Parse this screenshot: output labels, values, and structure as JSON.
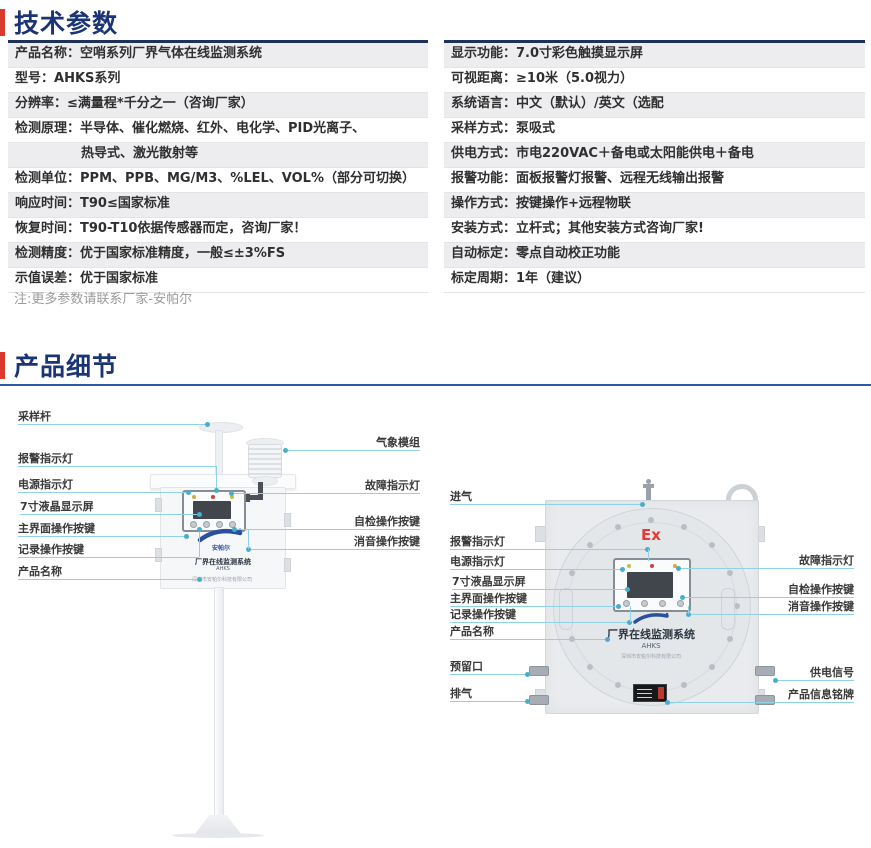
{
  "tech": {
    "title": "技术参数",
    "note": "注:更多参数请联系厂家-安帕尔",
    "left_rows": [
      {
        "label": "产品名称：",
        "value": "空哨系列厂界气体在线监测系统"
      },
      {
        "label": "型号：",
        "value": "AHKS系列"
      },
      {
        "label": "分辨率：",
        "value": "≤满量程*千分之一（咨询厂家）"
      },
      {
        "label": "检测原理：",
        "value": "半导体、催化燃烧、红外、电化学、PID光离子、"
      },
      {
        "label": "",
        "value": "热导式、激光散射等"
      },
      {
        "label": "检测单位：",
        "value": "PPM、PPB、MG/M3、%LEL、VOL%（部分可切换）"
      },
      {
        "label": "响应时间：",
        "value": "T90≤国家标准"
      },
      {
        "label": "恢复时间：",
        "value": "T90-T10依据传感器而定，咨询厂家！"
      },
      {
        "label": "检测精度：",
        "value": "优于国家标准精度，一般≤±3%FS"
      },
      {
        "label": "示值误差：",
        "value": "优于国家标准"
      }
    ],
    "right_rows": [
      {
        "label": "显示功能：",
        "value": "7.0寸彩色触摸显示屏"
      },
      {
        "label": "可视距离：",
        "value": "≥10米（5.0视力）"
      },
      {
        "label": "系统语言：",
        "value": "中文（默认）/英文（选配"
      },
      {
        "label": "采样方式：",
        "value": "泵吸式"
      },
      {
        "label": "供电方式：",
        "value": "市电220VAC＋备电或太阳能供电＋备电"
      },
      {
        "label": "报警功能：",
        "value": "面板报警灯报警、远程无线输出报警"
      },
      {
        "label": "操作方式：",
        "value": "按键操作+远程物联"
      },
      {
        "label": "安装方式：",
        "value": "立杆式；其他安装方式咨询厂家!"
      },
      {
        "label": "自动标定：",
        "value": "零点自动校正功能"
      },
      {
        "label": "标定周期：",
        "value": "1年（建议）"
      }
    ]
  },
  "details": {
    "title": "产品细节",
    "station": {
      "labels_left": [
        "采样杆",
        "报警指示灯",
        "电源指示灯",
        "7寸液晶显示屏",
        "主界面操作按键",
        "记录操作按键",
        "产品名称"
      ],
      "labels_right": [
        "气象模组",
        "故障指示灯",
        "自检操作按键",
        "消音操作按键"
      ],
      "brand": "安帕尔",
      "device_title": "厂界在线监测系统",
      "device_model": "AHKS",
      "device_company": "深圳市安帕尔科技有限公司"
    },
    "cabinet": {
      "ex_mark": "Ex",
      "labels_left": [
        "进气",
        "报警指示灯",
        "电源指示灯",
        "7寸液晶显示屏",
        "主界面操作按键",
        "记录操作按键",
        "产品名称",
        "预留口",
        "排气"
      ],
      "labels_right": [
        "故障指示灯",
        "自检操作按键",
        "消音操作按键",
        "供电信号",
        "产品信息铭牌"
      ],
      "device_title": "厂界在线监测系统",
      "device_model": "AHKS",
      "device_company": "深圳市安帕尔科技有限公司"
    }
  },
  "colors": {
    "accent_red": "#d93a2b",
    "heading_navy": "#1a3476",
    "table_top_border": "#1d3258",
    "row_shade": "#ededef",
    "underline_blue": "#2d5aa8",
    "callout_line": "#8fd2e6",
    "callout_dot": "#49aecb",
    "ex_red": "#e53935",
    "logo_blue": "#2b4fa0"
  }
}
